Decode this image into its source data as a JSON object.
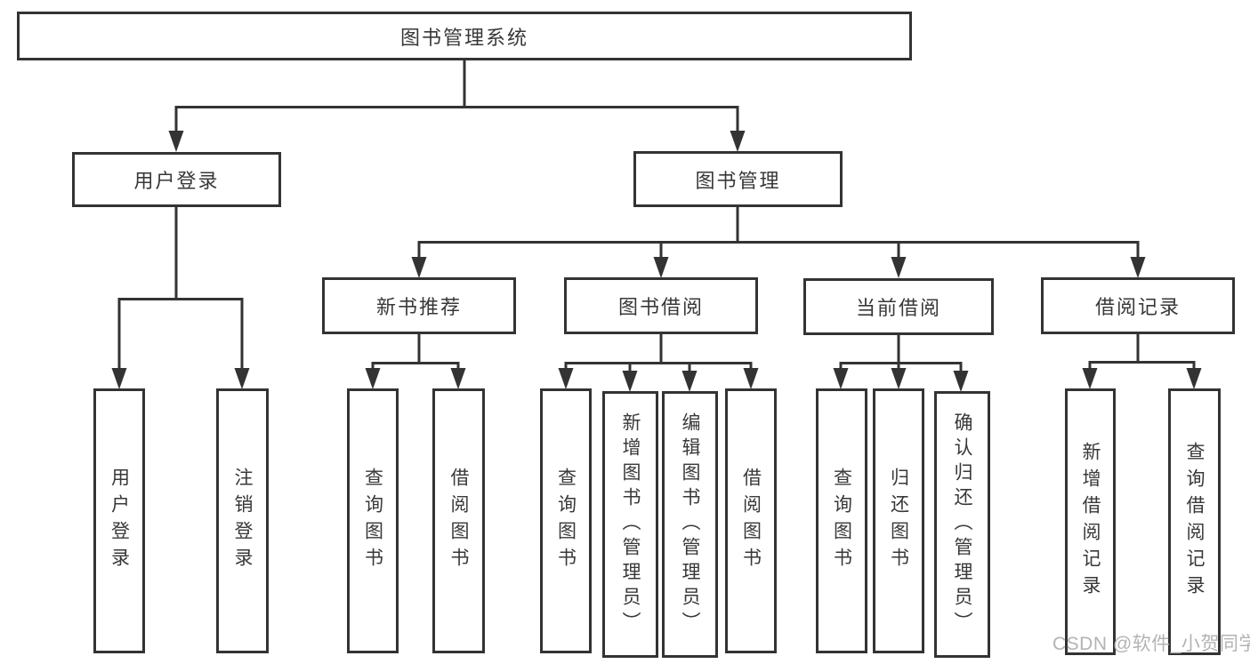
{
  "diagram": {
    "title": "图书管理系统",
    "colors": {
      "line": "#333333",
      "text": "#383838",
      "background": "#ffffff",
      "watermark": "#b3b3b3"
    },
    "watermark": "CSDN @软件_小贺同学",
    "nodes": {
      "root": {
        "label": "图书管理系统"
      },
      "userLogin": {
        "label": "用户登录"
      },
      "bookManagement": {
        "label": "图书管理"
      },
      "newBookRecommend": {
        "label": "新书推荐"
      },
      "bookBorrow": {
        "label": "图书借阅"
      },
      "currentBorrow": {
        "label": "当前借阅"
      },
      "borrowRecord": {
        "label": "借阅记录"
      },
      "leafUserLogin": {
        "label": "用户登录"
      },
      "leafLogout": {
        "label": "注销登录"
      },
      "leafQueryBook1": {
        "label": "查询图书"
      },
      "leafBorrowBook1": {
        "label": "借阅图书"
      },
      "leafQueryBook2": {
        "label": "查询图书"
      },
      "leafAddBook": {
        "label": "新增图书（管理员）"
      },
      "leafEditBook": {
        "label": "编辑图书（管理员）"
      },
      "leafBorrowBook2": {
        "label": "借阅图书"
      },
      "leafQueryBook3": {
        "label": "查询图书"
      },
      "leafReturnBook": {
        "label": "归还图书"
      },
      "leafConfirmReturn": {
        "label": "确认归还（管理员）"
      },
      "leafAddBorrowRecord": {
        "label": "新增借阅记录"
      },
      "leafQueryBorrowRecord": {
        "label": "查询借阅记录"
      }
    },
    "hierarchy": {
      "图书管理系统": [
        "用户登录",
        "图书管理"
      ],
      "用户登录": [
        "用户登录",
        "注销登录"
      ],
      "图书管理": [
        "新书推荐",
        "图书借阅",
        "当前借阅",
        "借阅记录"
      ],
      "新书推荐": [
        "查询图书",
        "借阅图书"
      ],
      "图书借阅": [
        "查询图书",
        "新增图书（管理员）",
        "编辑图书（管理员）",
        "借阅图书"
      ],
      "当前借阅": [
        "查询图书",
        "归还图书",
        "确认归还（管理员）"
      ],
      "借阅记录": [
        "新增借阅记录",
        "查询借阅记录"
      ]
    }
  }
}
